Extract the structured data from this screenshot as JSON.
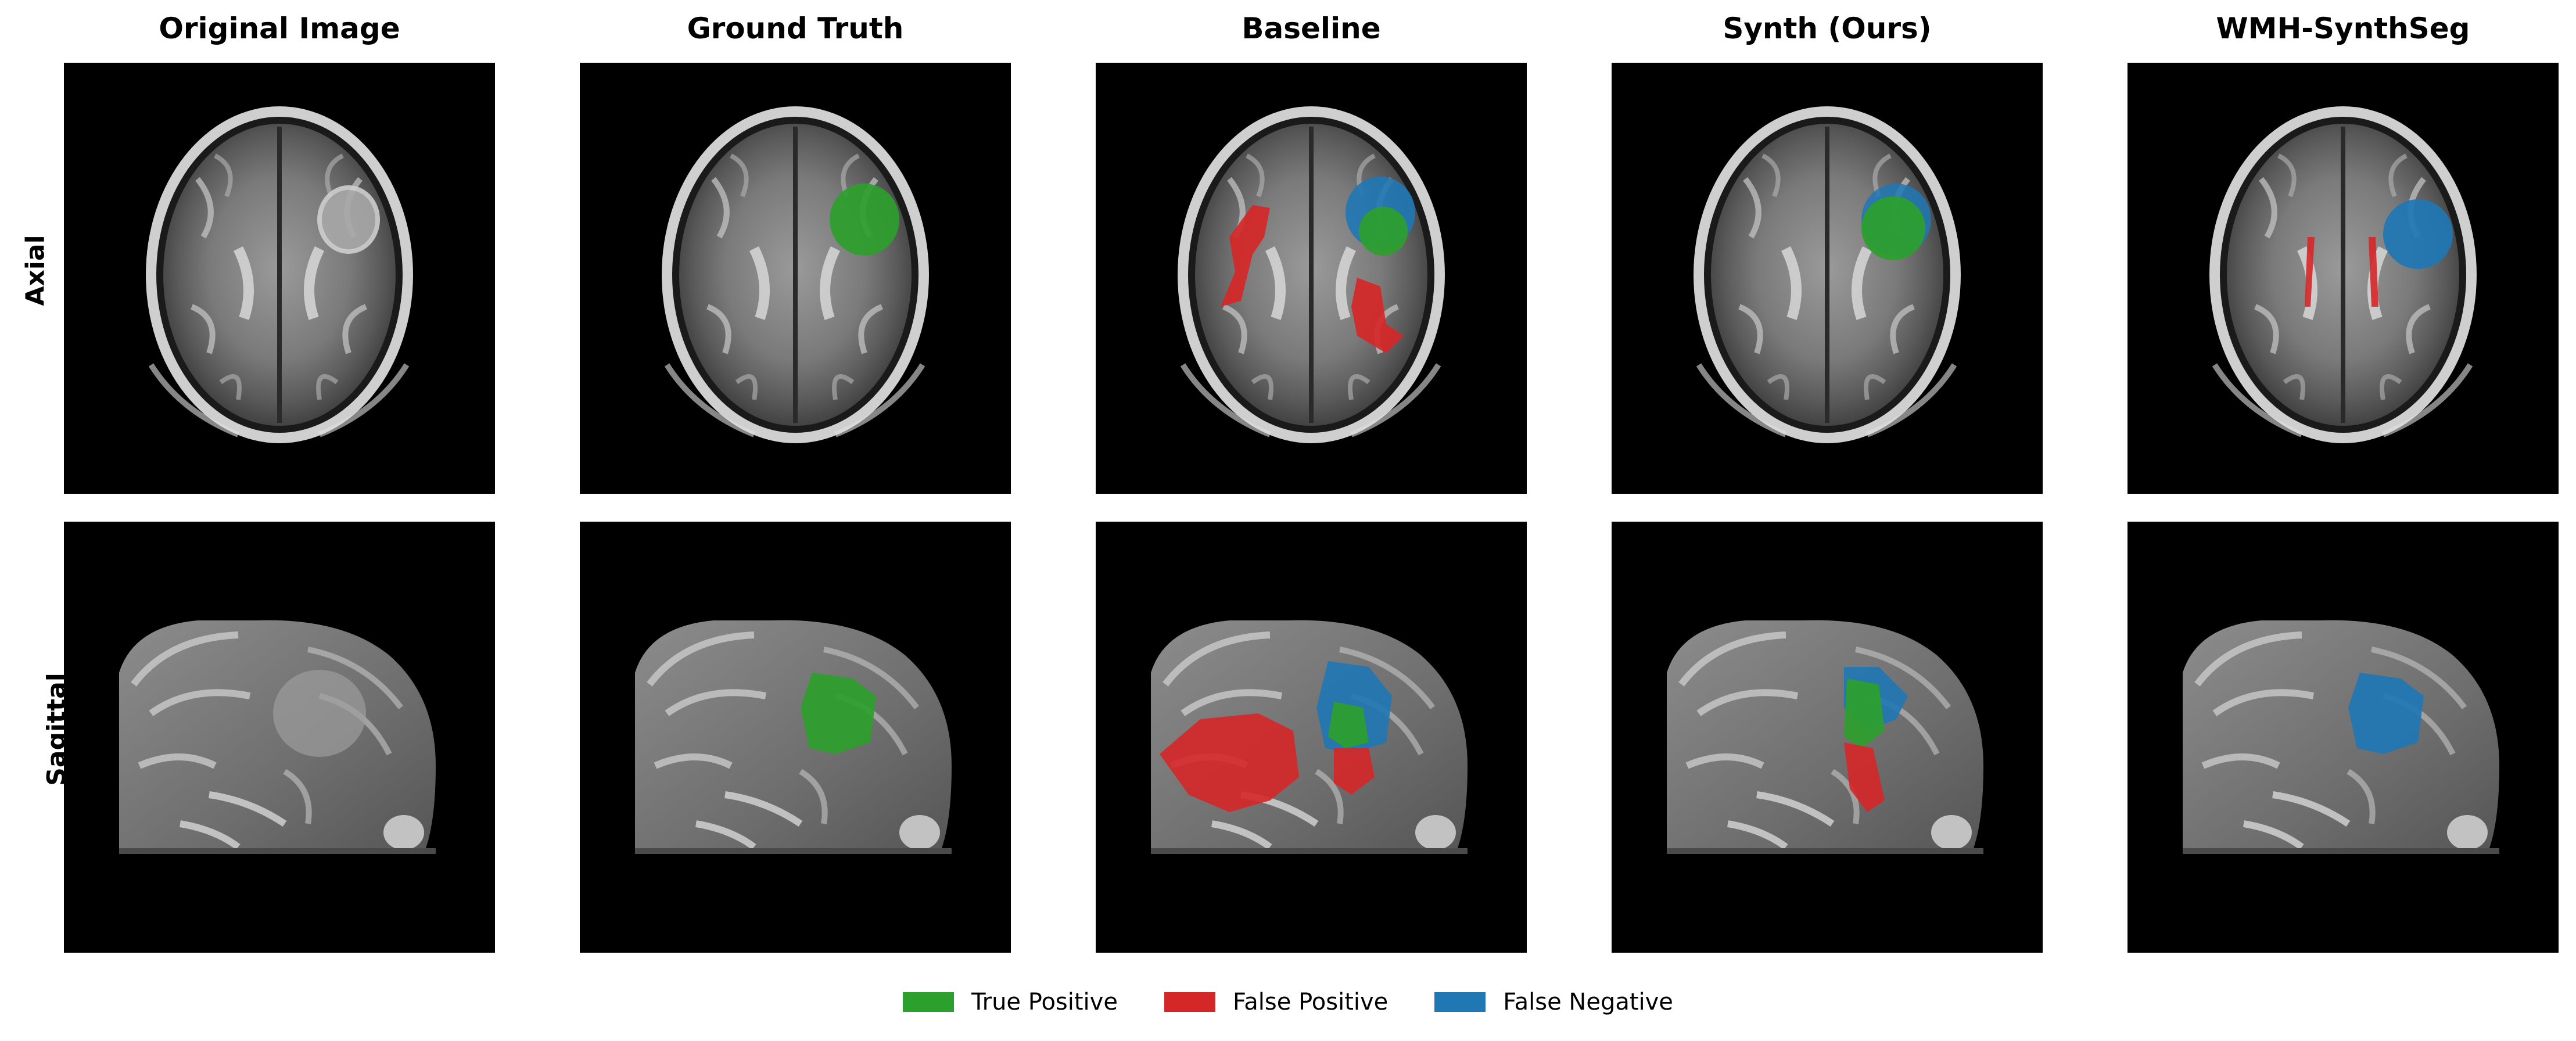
{
  "columns": [
    "Original Image",
    "Ground Truth",
    "Baseline",
    "Synth (Ours)",
    "WMH-SynthSeg"
  ],
  "rows": [
    "Axial",
    "Sagittal"
  ],
  "legend": [
    {
      "label": "True Positive",
      "color": "#2ca02c"
    },
    {
      "label": "False Positive",
      "color": "#d62728"
    },
    {
      "label": "False Negative",
      "color": "#1f77b4"
    }
  ],
  "colors": {
    "true_positive": "#2ca02c",
    "false_positive": "#d62728",
    "false_negative": "#1f77b4",
    "background": "#000000"
  }
}
